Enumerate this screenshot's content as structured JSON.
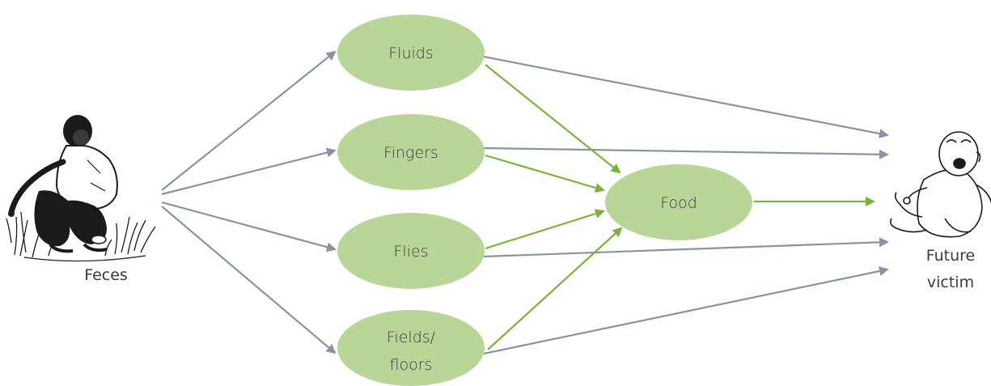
{
  "colors": {
    "node_fill": "#b9d598",
    "gray_arrow": "#8a949e",
    "green_arrow": "#78b43c",
    "text": "#3a3a3a"
  },
  "source": {
    "label": "Feces",
    "illustration": "squatting-child"
  },
  "target": {
    "label_line1": "Future",
    "label_line2": "victim",
    "illustration": "crying-baby"
  },
  "nodes": {
    "fluids": "Fluids",
    "fingers": "Fingers",
    "flies": "Flies",
    "fields_line1": "Fields/",
    "fields_line2": "floors",
    "food": "Food"
  }
}
